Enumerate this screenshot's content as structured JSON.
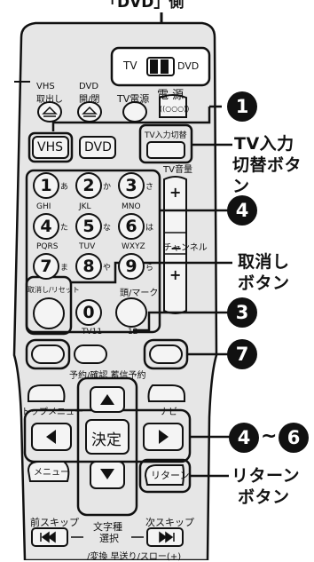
{
  "top_caption": "「DVD」側",
  "switch": {
    "left": "TV",
    "right": "DVD"
  },
  "top_row": {
    "vhs_eject": [
      "VHS",
      "取出し"
    ],
    "dvd_open": [
      "DVD",
      "開/閉"
    ],
    "tv_power": "TV電源",
    "power": "電 源",
    "power_symbol": "((○○○))"
  },
  "source": {
    "vhs": "VHS",
    "dvd": "DVD",
    "tv_input": "TV入力切替"
  },
  "keypad": {
    "keys": [
      {
        "digit": "1",
        "kana": "あ",
        "letters": ""
      },
      {
        "digit": "2",
        "kana": "か",
        "letters": ""
      },
      {
        "digit": "3",
        "kana": "さ",
        "letters": ""
      },
      {
        "digit": "4",
        "kana": "た",
        "letters": "GHI"
      },
      {
        "digit": "5",
        "kana": "な",
        "letters": "JKL"
      },
      {
        "digit": "6",
        "kana": "は",
        "letters": "MNO"
      },
      {
        "digit": "7",
        "kana": "ま",
        "letters": "PQRS"
      },
      {
        "digit": "8",
        "kana": "や",
        "letters": "TUV"
      },
      {
        "digit": "9",
        "kana": "ら",
        "letters": "WXYZ"
      },
      {
        "digit": "0",
        "kana": "",
        "letters": ""
      }
    ],
    "clear": "取消し/リセット",
    "tv_volume": "TV音量",
    "channel": "チャンネル",
    "mark": "頭/マーク",
    "tv11": "TV11",
    "tv12": "12"
  },
  "bottom": {
    "reserve": "予約/確認 蓄信予約",
    "top_menu": "トップメニュー",
    "navi": "ナビ",
    "enter": "決定",
    "menu": "メニュー",
    "return": "リターン",
    "prev_skip": "前スキップ",
    "next_skip": "次スキップ",
    "char_select": [
      "文字種",
      "選択"
    ],
    "bottom_text": "/変換  早送り/スロー(+)"
  },
  "annotations": {
    "n1": "1",
    "n3": "3",
    "n4": "4",
    "n6": "6",
    "n7": "7",
    "tilde": "~",
    "tv_input_btn": [
      "TV入力",
      "切替ボタン"
    ],
    "clear_btn": [
      "取消し",
      "ボタン"
    ],
    "return_btn": [
      "リターン",
      "ボタン"
    ]
  },
  "colors": {
    "body": "#e6e6e6",
    "outline": "#111111",
    "badge": "#111111",
    "button": "#f4f4f4"
  }
}
